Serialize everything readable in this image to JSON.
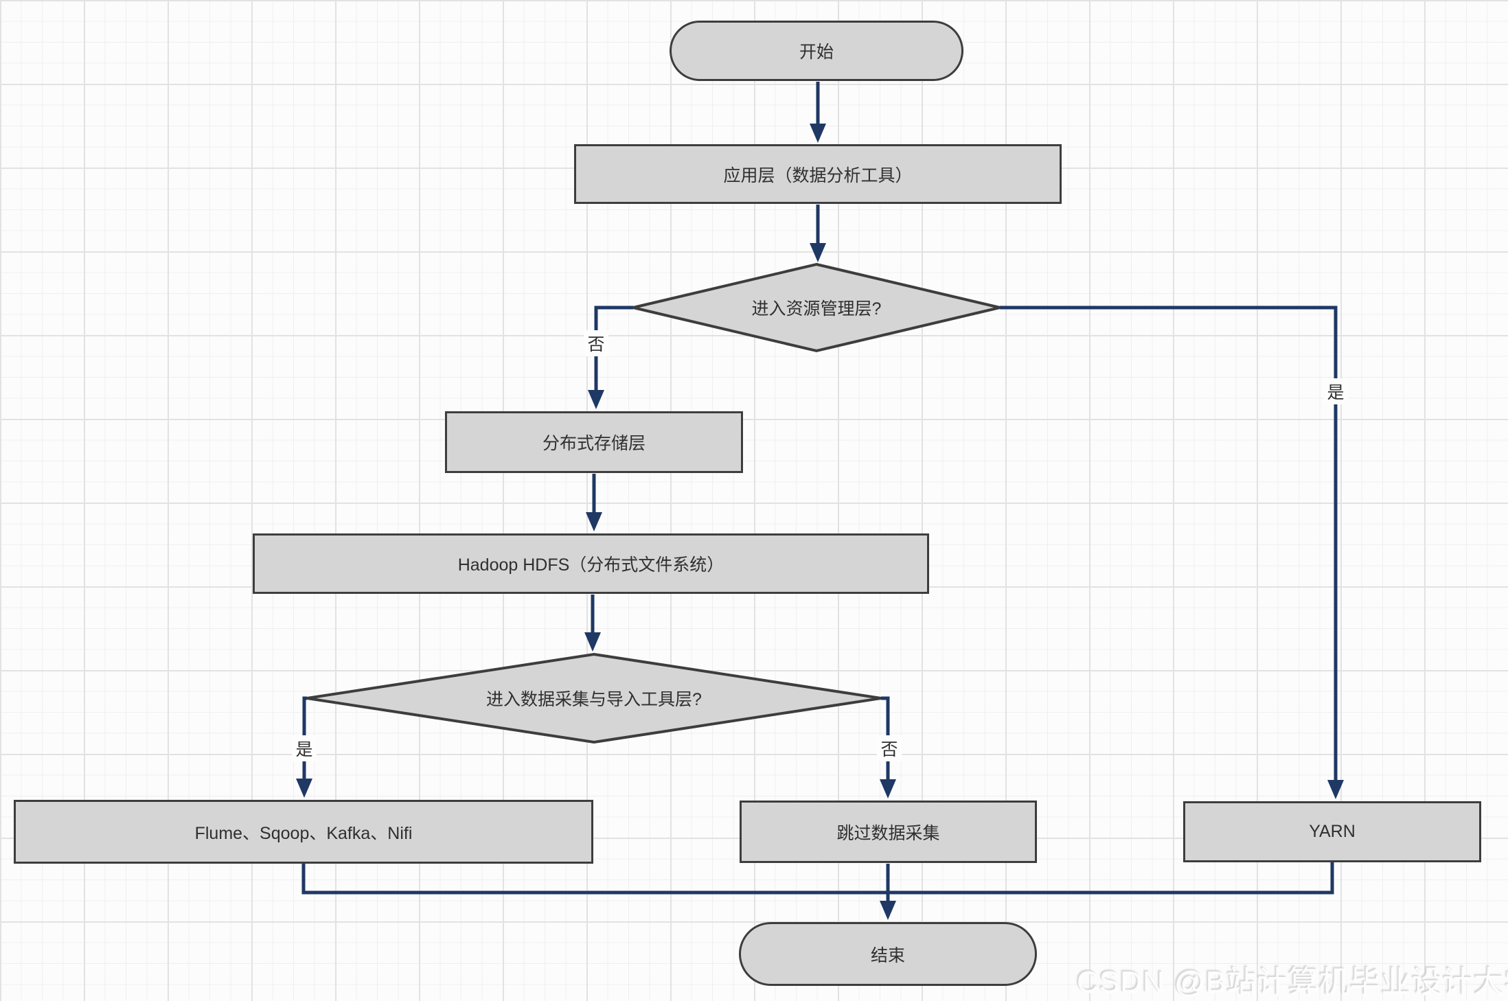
{
  "diagram": {
    "nodes": {
      "start": {
        "label": "开始",
        "shape": "terminator"
      },
      "app_layer": {
        "label": "应用层（数据分析工具）",
        "shape": "process"
      },
      "decision_resource": {
        "label": "进入资源管理层?",
        "shape": "decision"
      },
      "storage_layer": {
        "label": "分布式存储层",
        "shape": "process"
      },
      "hdfs": {
        "label": "Hadoop HDFS（分布式文件系统）",
        "shape": "process"
      },
      "decision_ingest": {
        "label": "进入数据采集与导入工具层?",
        "shape": "decision"
      },
      "ingest_tools": {
        "label": "Flume、Sqoop、Kafka、Nifi",
        "shape": "process"
      },
      "skip_ingest": {
        "label": "跳过数据采集",
        "shape": "process"
      },
      "yarn": {
        "label": "YARN",
        "shape": "process"
      },
      "end": {
        "label": "结束",
        "shape": "terminator"
      }
    },
    "edge_labels": {
      "resource_no": "否",
      "resource_yes": "是",
      "ingest_yes": "是",
      "ingest_no": "否"
    },
    "colors": {
      "node_fill": "#d5d5d5",
      "node_border": "#3d3d3d",
      "edge": "#1f3864",
      "text": "#2f2f2f"
    },
    "watermark": "CSDN @B站计算机毕业设计大学"
  }
}
